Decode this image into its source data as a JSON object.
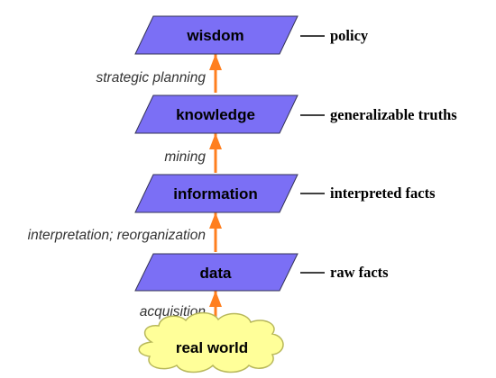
{
  "colors": {
    "box_fill": "#7b6ff5",
    "box_stroke": "#333355",
    "arrow": "#ff7f1f",
    "cloud_fill": "#ffff99",
    "cloud_stroke": "#b8b85a",
    "connector_line": "#000000"
  },
  "levels": [
    {
      "label": "wisdom",
      "description": "policy"
    },
    {
      "label": "knowledge",
      "description": "generalizable truths"
    },
    {
      "label": "information",
      "description": "interpreted facts"
    },
    {
      "label": "data",
      "description": "raw facts"
    }
  ],
  "processes": [
    {
      "label": "strategic planning"
    },
    {
      "label": "mining"
    },
    {
      "label": "interpretation; reorganization"
    },
    {
      "label": "acquisition"
    }
  ],
  "source": {
    "label": "real world"
  }
}
